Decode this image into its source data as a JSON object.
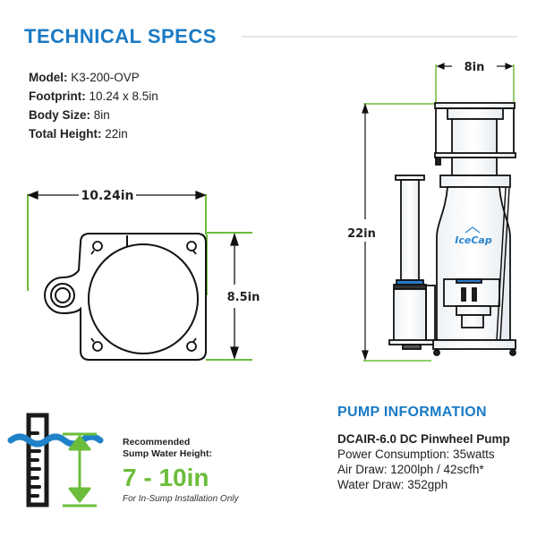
{
  "header": {
    "title": "TECHNICAL SPECS"
  },
  "specs": [
    {
      "label": "Model:",
      "value": " K3-200-OVP"
    },
    {
      "label": "Footprint:",
      "value": " 10.24 x 8.5in"
    },
    {
      "label": "Body Size:",
      "value": " 8in"
    },
    {
      "label": "Total Height:",
      "value": " 22in"
    }
  ],
  "footprint_diagram": {
    "width_label": "10.24in",
    "depth_label": "8.5in"
  },
  "skimmer_diagram": {
    "body_width_label": "8in",
    "height_label": "22in",
    "brand_logo": "IceCap"
  },
  "sump": {
    "label_line1": "Recommended",
    "label_line2": "Sump Water Height:",
    "value": "7 - 10in",
    "note": "For In-Sump Installation Only"
  },
  "pump": {
    "title": "PUMP INFORMATION",
    "model": "DCAIR-6.0 DC Pinwheel Pump",
    "lines": [
      "Power Consumption: 35watts",
      "Air Draw: 1200lph / 42scfh*",
      "Water Draw: 352gph"
    ]
  },
  "colors": {
    "brand_blue": "#1a7ac4",
    "dimension_green": "#6cbd3b",
    "water_blue": "#1f82c8"
  }
}
